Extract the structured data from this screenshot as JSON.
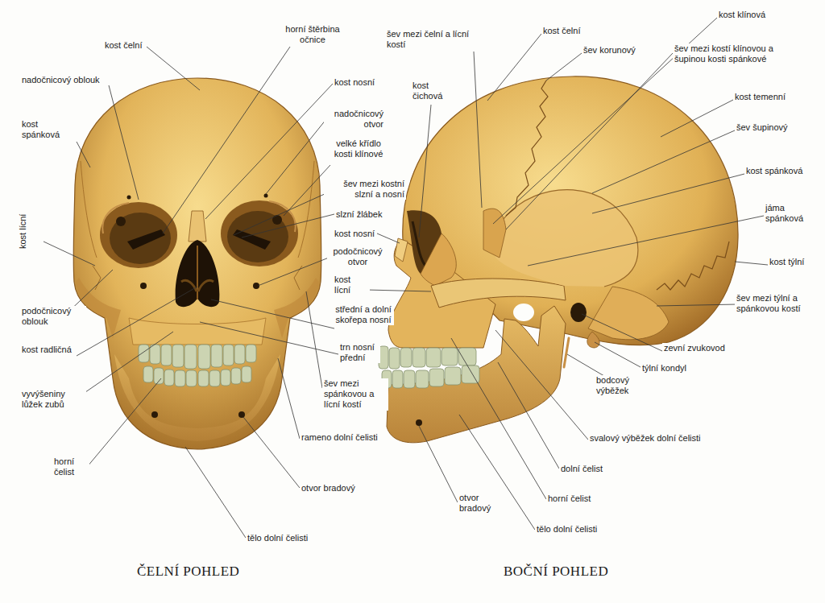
{
  "diagram": {
    "labels": [
      "kost čelní",
      "horní štěrbina očnice",
      "nadočnicový oblouk",
      "kost nosní",
      "kost spánková",
      "nadočnicový otvor",
      "velké křídlo kosti klínové",
      "kost lícní",
      "šev mezi kostní slzní a nosní",
      "slzní žlábek",
      "kost nosní",
      "podočnicový otvor",
      "podočnicový oblouk",
      "kost lícní",
      "střední a dolní skořepa nosní",
      "kost radličná",
      "trn nosní přední",
      "vyvýšeniny lůžek zubů",
      "šev mezi spánkovou a lícní kostí",
      "rameno dolní čelisti",
      "horní čelist",
      "otvor bradový",
      "tělo dolní čelisti",
      "ČELNÍ POHLED",
      "šev mezi čelní a lícní kostí",
      "kost čichová",
      "kost čelní",
      "šev korunový",
      "kost klínová",
      "šev mezi kostí klínovou a šupinou kosti spánkové",
      "kost temenní",
      "šev šupinový",
      "kost spánková",
      "jáma spánková",
      "kost týlní",
      "šev mezi týlní a spánkovou kostí",
      "zevní zvukovod",
      "týlní kondyl",
      "bodcový výběžek",
      "svalový výběžek dolní čelisti",
      "dolní čelist",
      "horní čelist",
      "otvor bradový",
      "tělo dolní čelisti",
      "BOČNÍ POHLED"
    ]
  }
}
